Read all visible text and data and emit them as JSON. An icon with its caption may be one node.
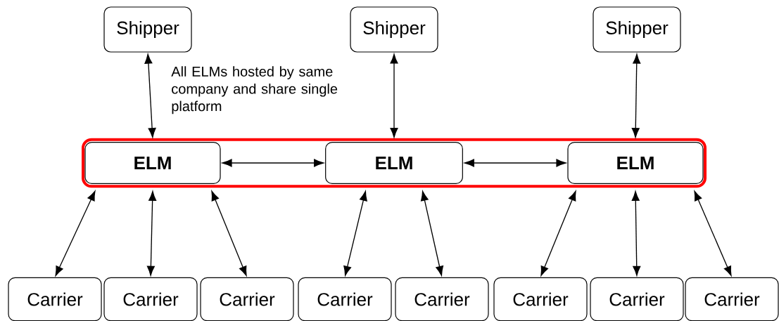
{
  "diagram": {
    "nodes": [
      {
        "text": [
          "Shipper"
        ]
      },
      {
        "text": [
          "Shipper"
        ]
      },
      {
        "text": [
          "Shipper"
        ]
      },
      {
        "text": [],
        "shape": "box"
      },
      {
        "text": [
          "ELM"
        ],
        "in": 3
      },
      {
        "text": [
          "ELM"
        ],
        "in": 3
      },
      {
        "text": [
          "ELM"
        ],
        "in": 3
      },
      {
        "text": [
          "Carrier"
        ]
      },
      {
        "text": [
          "Carrier"
        ]
      },
      {
        "text": [
          "Carrier"
        ]
      },
      {
        "text": [
          "Carrier"
        ]
      },
      {
        "text": [
          "Carrier"
        ]
      },
      {
        "text": [
          "Carrier"
        ]
      },
      {
        "text": [
          "Carrier"
        ]
      },
      {
        "text": [
          "Carrier"
        ]
      }
    ],
    "edges": [
      {
        "from": 0,
        "to": 4,
        "arrow": "both"
      },
      {
        "from": 1,
        "to": 5,
        "arrow": "both"
      },
      {
        "from": 2,
        "to": 6,
        "arrow": "both"
      },
      {
        "from": 4,
        "to": 5,
        "arrow": "both"
      },
      {
        "from": 5,
        "to": 6,
        "arrow": "both"
      },
      {
        "from": 4,
        "to": 7,
        "arrow": "both"
      },
      {
        "from": 4,
        "to": 8,
        "arrow": "both"
      },
      {
        "from": 4,
        "to": 9,
        "arrow": "both"
      },
      {
        "from": 5,
        "to": 10,
        "arrow": "both"
      },
      {
        "from": 5,
        "to": 11,
        "arrow": "both"
      },
      {
        "from": 6,
        "to": 12,
        "arrow": "both"
      },
      {
        "from": 6,
        "to": 13,
        "arrow": "both"
      },
      {
        "from": 6,
        "to": 14,
        "arrow": "both"
      }
    ],
    "labels": [
      "All ELMs hosted by same company and share single platform"
    ]
  }
}
